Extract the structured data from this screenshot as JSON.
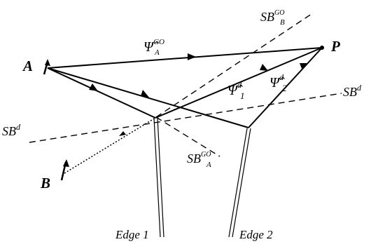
{
  "labels": {
    "point_A": "A",
    "point_B": "B",
    "point_P": "P",
    "edge_1": "Edge 1",
    "edge_2": "Edge 2",
    "sb_d_left": {
      "base": "SB",
      "sup": "d"
    },
    "sb_d_right": {
      "base": "SB",
      "sup": "d"
    },
    "sb_A_go": {
      "base": "SB",
      "sup": "GO",
      "sub": "A"
    },
    "sb_B_go": {
      "base": "SB",
      "sup": "GO",
      "sub": "B"
    },
    "psi_A_go": {
      "base": "Ψ̂",
      "sup": "GO",
      "sub": "A"
    },
    "psi_1_d": {
      "base": "Ψ̂",
      "sup": "d",
      "sub": "1"
    },
    "psi_2_d": {
      "base": "Ψ̂",
      "sup": "d",
      "sub": "2"
    }
  }
}
